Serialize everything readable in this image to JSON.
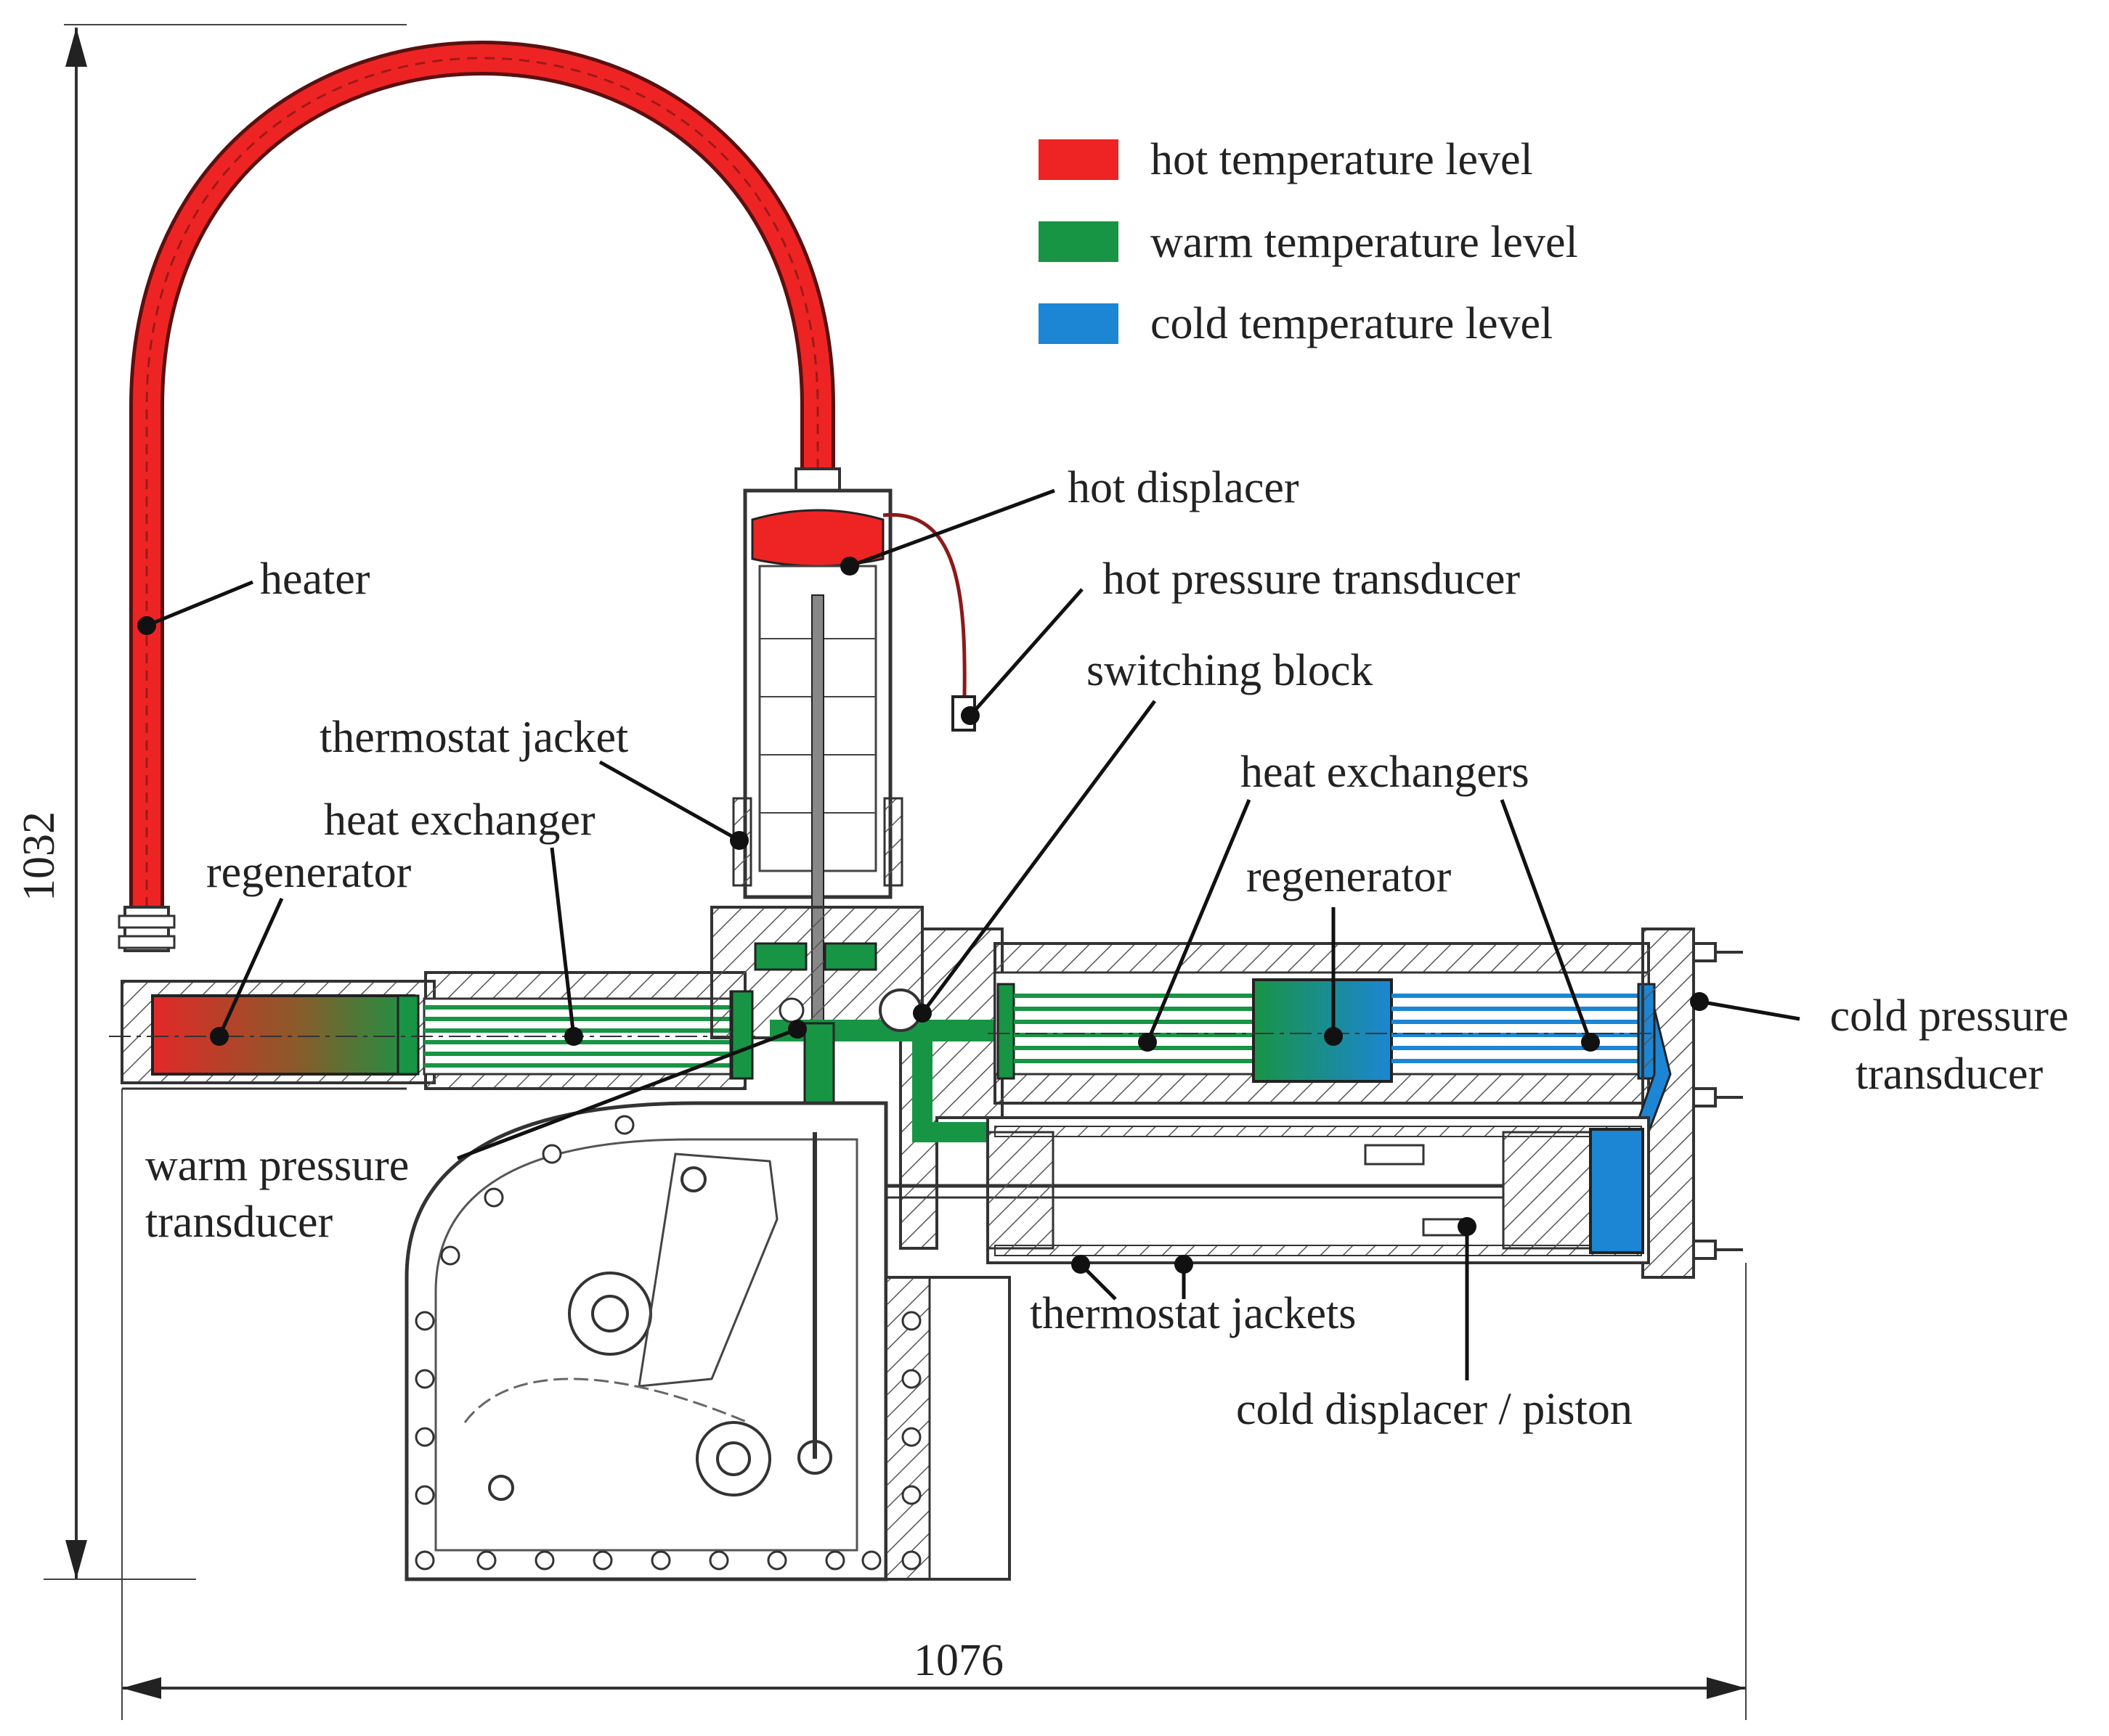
{
  "legend": {
    "items": [
      {
        "label": "hot temperature level",
        "color": "#ee2424"
      },
      {
        "label": "warm temperature level",
        "color": "#189445"
      },
      {
        "label": "cold temperature level",
        "color": "#1c86d4"
      }
    ]
  },
  "dimensions": {
    "height": "1032",
    "width": "1076"
  },
  "labels": {
    "heater": "heater",
    "hot_displacer": "hot displacer",
    "hot_pressure_transducer": "hot pressure transducer",
    "switching_block": "switching block",
    "thermostat_jacket": "thermostat jacket",
    "heat_exchanger": "heat exchanger",
    "regenerator_left": "regenerator",
    "heat_exchangers": "heat exchangers",
    "regenerator_right": "regenerator",
    "cold_pressure_transducer_1": "cold pressure",
    "cold_pressure_transducer_2": "transducer",
    "warm_pressure_transducer_1": "warm pressure",
    "warm_pressure_transducer_2": "transducer",
    "thermostat_jackets": "thermostat jackets",
    "cold_displacer_piston": "cold displacer / piston"
  },
  "colors": {
    "hot": "#ee2424",
    "warm": "#189445",
    "cold": "#1c86d4",
    "line": "#333333"
  }
}
